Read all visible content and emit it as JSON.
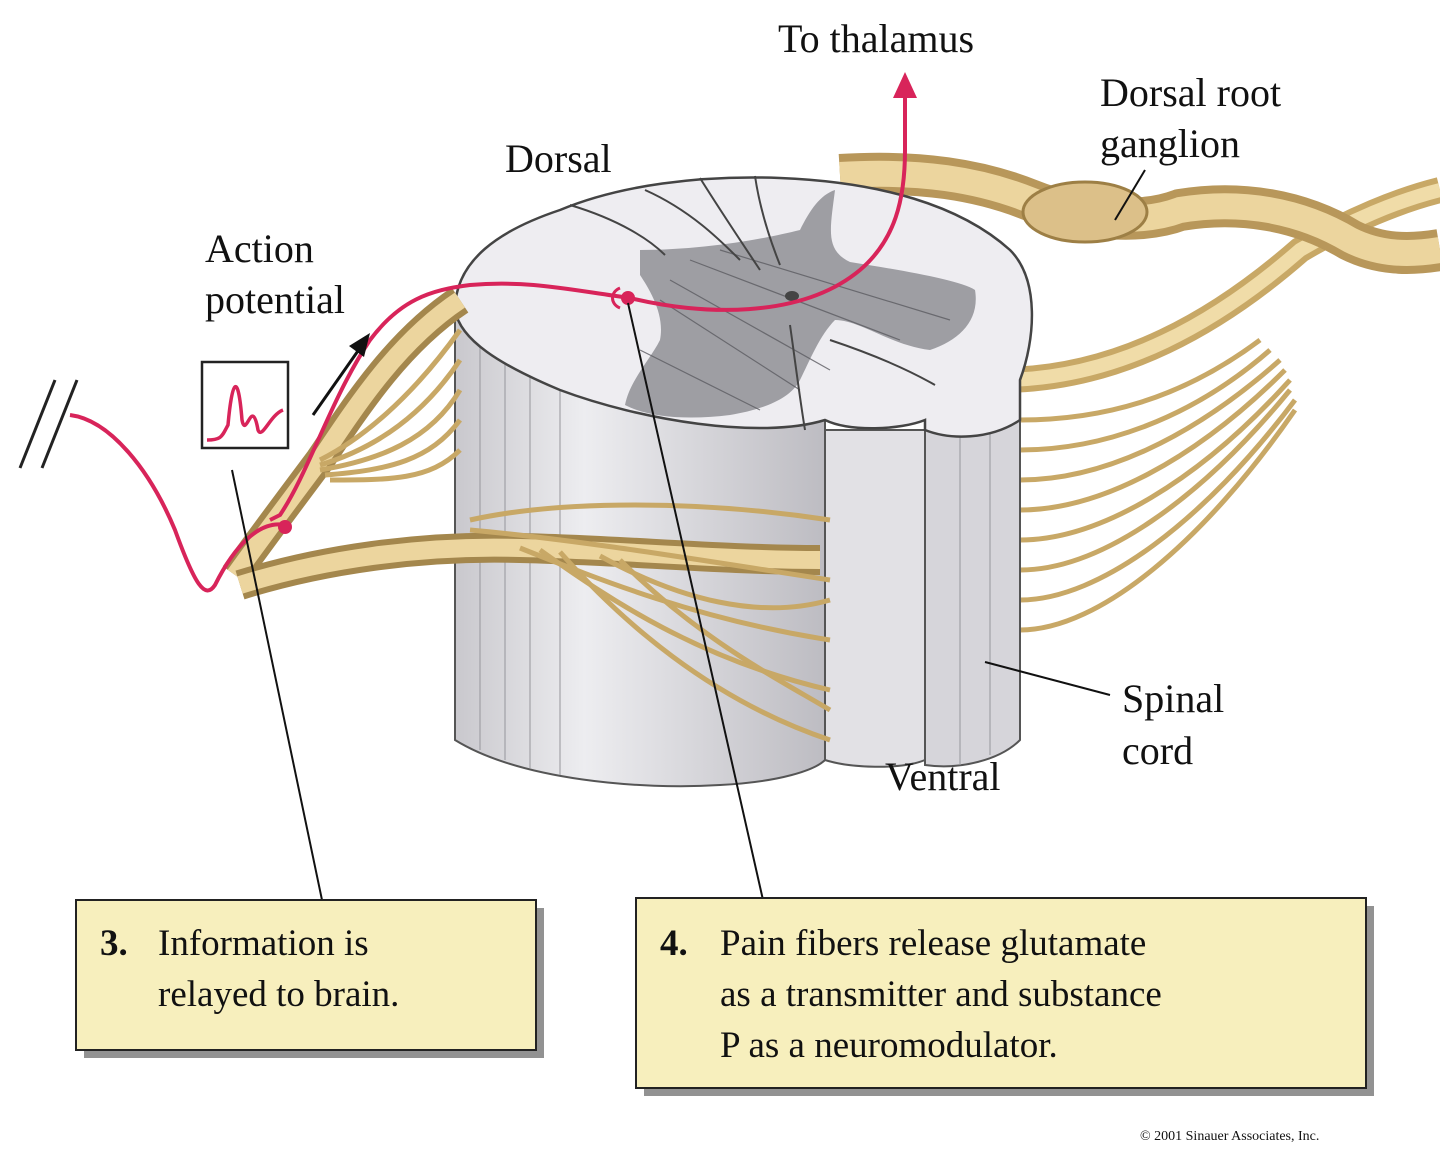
{
  "labels": {
    "to_thalamus": "To thalamus",
    "dorsal_root_line1": "Dorsal root",
    "dorsal_root_line2": "ganglion",
    "dorsal": "Dorsal",
    "action_line1": "Action",
    "action_line2": "potential",
    "spinal_line1": "Spinal",
    "spinal_line2": "cord",
    "ventral": "Ventral"
  },
  "callouts": [
    {
      "number": "3.",
      "lines": [
        "Information is",
        "relayed to brain."
      ]
    },
    {
      "number": "4.",
      "lines": [
        "Pain fibers release glutamate",
        "as a transmitter and substance",
        "P as a neuromodulator."
      ]
    }
  ],
  "copyright": "© 2001 Sinauer Associates, Inc.",
  "colors": {
    "signal": "#d8245a",
    "nerve": "#dcc089",
    "nerve_dark": "#a78a4e",
    "cord_white": "#ecebee",
    "cord_gray": "#8d8d92",
    "callout_bg": "#f7efbd"
  }
}
